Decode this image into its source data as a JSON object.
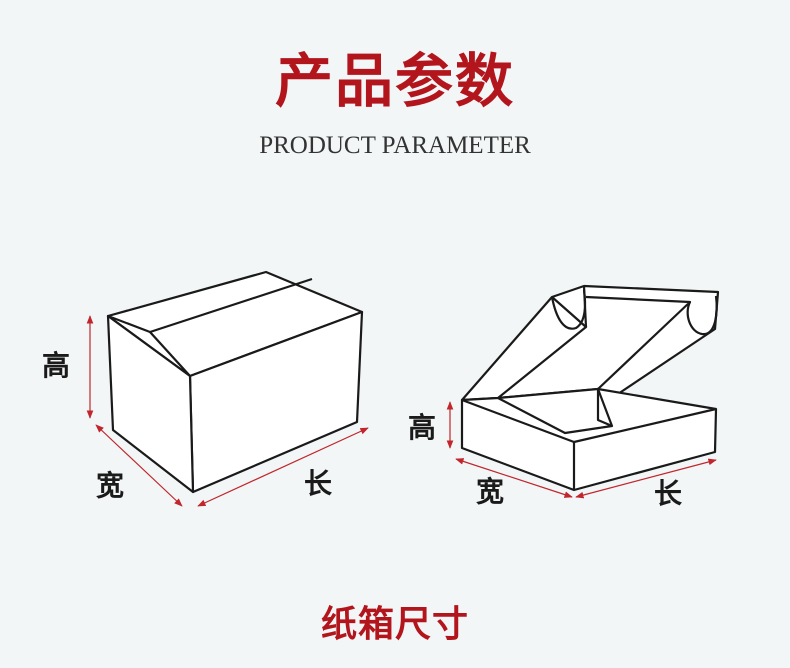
{
  "header": {
    "title": "产品参数",
    "subtitle": "PRODUCT PARAMETER"
  },
  "left_box": {
    "height_label": "高",
    "width_label": "宽",
    "length_label": "长"
  },
  "right_box": {
    "height_label": "高",
    "width_label": "宽",
    "length_label": "长"
  },
  "footer": {
    "caption": "纸箱尺寸"
  },
  "colors": {
    "accent": "#b3151d",
    "line": "#1a1a1a",
    "dimension_arrow": "#c0262c",
    "background": "#f3f6f6"
  }
}
